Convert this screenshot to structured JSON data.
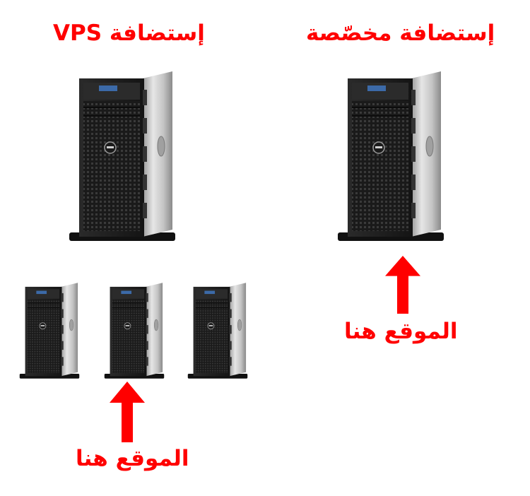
{
  "titles": {
    "vps": "إستضافة VPS",
    "dedicated": "إستضافة مخصّصة"
  },
  "labels": {
    "site_here_dedicated": "الموقع هنا",
    "site_here_vps": "الموقع هنا"
  },
  "colors": {
    "accent": "#ff0000",
    "server_body": "#1c1c1c",
    "server_side": "#b8b8b8"
  },
  "icons": {
    "server": "tower-server-icon",
    "arrow": "arrow-up-icon"
  }
}
